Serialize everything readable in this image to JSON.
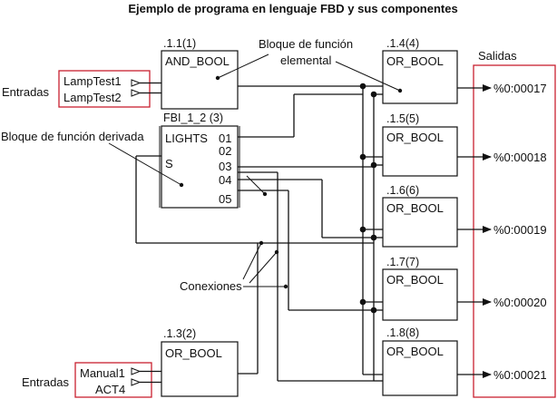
{
  "title": "Ejemplo de programa en lenguaje FBD y sus componentes",
  "colors": {
    "red_box": "#c8202f",
    "line": "#111111"
  },
  "labels": {
    "entradas_top": "Entradas",
    "entradas_bottom": "Entradas",
    "salidas": "Salidas",
    "bloque_elemental_1": "Bloque de función",
    "bloque_elemental_2": "elemental",
    "bloque_derivado": "Bloque de función derivada",
    "conexiones": "Conexiones"
  },
  "inputs_top": [
    "LampTest1",
    "LampTest2"
  ],
  "inputs_bottom": [
    "Manual1",
    "ACT4"
  ],
  "blocks": {
    "and_bool": {
      "id": ".1.1(1)",
      "name": "AND_BOOL"
    },
    "fbi": {
      "id": "FBI_1_2 (3)",
      "name": "LIGHTS",
      "input": "S",
      "outputs": [
        "01",
        "02",
        "03",
        "04",
        "05"
      ]
    },
    "or_bottom": {
      "id": ".1.3(2)",
      "name": "OR_BOOL"
    },
    "or_right": [
      {
        "id": ".1.4(4)",
        "name": "OR_BOOL"
      },
      {
        "id": ".1.5(5)",
        "name": "OR_BOOL"
      },
      {
        "id": ".1.6(6)",
        "name": "OR_BOOL"
      },
      {
        "id": ".1.7(7)",
        "name": "OR_BOOL"
      },
      {
        "id": ".1.8(8)",
        "name": "OR_BOOL"
      }
    ]
  },
  "outputs": [
    "%0:00017",
    "%0:00018",
    "%0:00019",
    "%0:00020",
    "%0:00021"
  ]
}
